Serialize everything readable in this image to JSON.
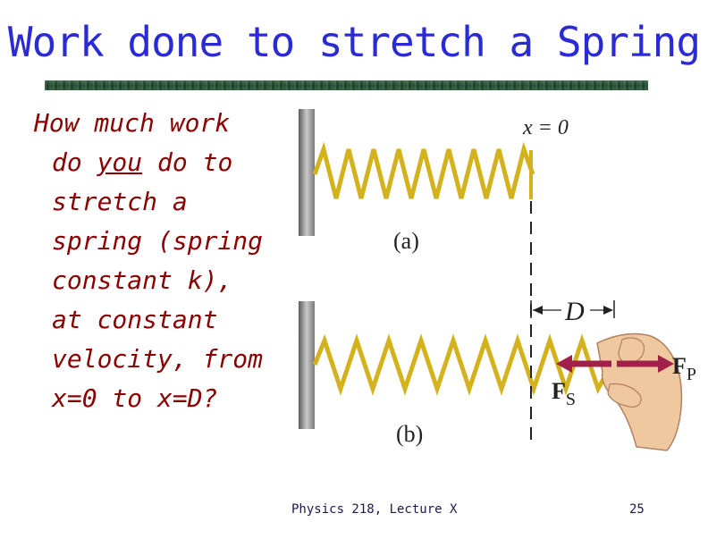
{
  "slide": {
    "title": "Work done to stretch a Spring",
    "question": {
      "line1": "How much work",
      "line2_pre": "do ",
      "line2_underlined": "you",
      "line2_post": " do to",
      "line3": "stretch a",
      "line4": "spring (spring",
      "line5": "constant k),",
      "line6": "at constant",
      "line7": "velocity, from",
      "line8": "x=0 to x=D?"
    },
    "footer": "Physics 218, Lecture X",
    "slide_number": "25"
  },
  "figure": {
    "x_zero_label": "x = 0",
    "label_a": "(a)",
    "label_b": "(b)",
    "d_label": "D",
    "fs_label": "F",
    "fs_sub": "S",
    "fp_label": "F",
    "fp_sub": "P",
    "colors": {
      "spring": "#d4b21e",
      "spring_shadow": "#8a6d0a",
      "wall": "#8a8a8a",
      "arrow": "#a0204a",
      "hand": "#f0c8a0"
    }
  }
}
